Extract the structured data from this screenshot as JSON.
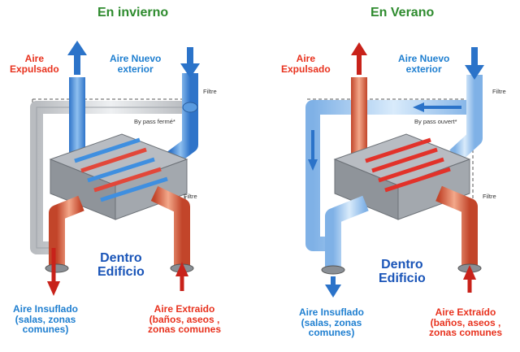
{
  "colors": {
    "title": "#2e8b2e",
    "warm": "#e8321e",
    "cool": "#1f7fd0",
    "inside": "#1a55b8"
  },
  "panels": [
    {
      "title": "En invierno",
      "expelled": [
        "Aire",
        "Expulsado"
      ],
      "fresh": [
        "Aire Nuevo",
        "exterior"
      ],
      "filter_top": "Filtre",
      "bypass": "By pass fermé*",
      "filter_bottom": "Filtre",
      "inside": [
        "Dentro",
        "Edificio"
      ],
      "supply": [
        "Aire Insuflado",
        "(salas, zonas",
        "comunes)"
      ],
      "extract": [
        "Aire Extraido",
        "(baños, aseos ,",
        "zonas comunes"
      ]
    },
    {
      "title": "En Verano",
      "expelled": [
        "Aire",
        "Expulsado"
      ],
      "fresh": [
        "Aire Nuevo",
        "exterior"
      ],
      "filter_top": "Filtre",
      "bypass": "By pass ouvert*",
      "filter_bottom": "Filtre",
      "inside": [
        "Dentro",
        "Edificio"
      ],
      "supply": [
        "Aire Insuflado",
        "(salas, zonas",
        "comunes)"
      ],
      "extract": [
        "Aire Extraído",
        "(baños, aseos ,",
        "zonas comunes"
      ]
    }
  ]
}
